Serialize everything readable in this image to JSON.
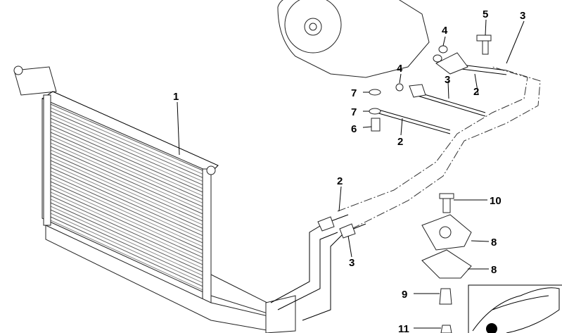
{
  "diagram": {
    "type": "parts-exploded-view",
    "callouts": [
      {
        "id": "c1",
        "number": "1"
      },
      {
        "id": "c2a",
        "number": "2"
      },
      {
        "id": "c2b",
        "number": "2"
      },
      {
        "id": "c2c",
        "number": "2"
      },
      {
        "id": "c3a",
        "number": "3"
      },
      {
        "id": "c3b",
        "number": "3"
      },
      {
        "id": "c3c",
        "number": "3"
      },
      {
        "id": "c4a",
        "number": "4"
      },
      {
        "id": "c4b",
        "number": "4"
      },
      {
        "id": "c5",
        "number": "5"
      },
      {
        "id": "c6",
        "number": "6"
      },
      {
        "id": "c7a",
        "number": "7"
      },
      {
        "id": "c7b",
        "number": "7"
      },
      {
        "id": "c8a",
        "number": "8"
      },
      {
        "id": "c8b",
        "number": "8"
      },
      {
        "id": "c9",
        "number": "9"
      },
      {
        "id": "c10",
        "number": "10"
      },
      {
        "id": "c11",
        "number": "11"
      }
    ],
    "colors": {
      "line": "#000000",
      "locator_dot": "#000000",
      "fin_shade": "#bdbdbd"
    }
  }
}
